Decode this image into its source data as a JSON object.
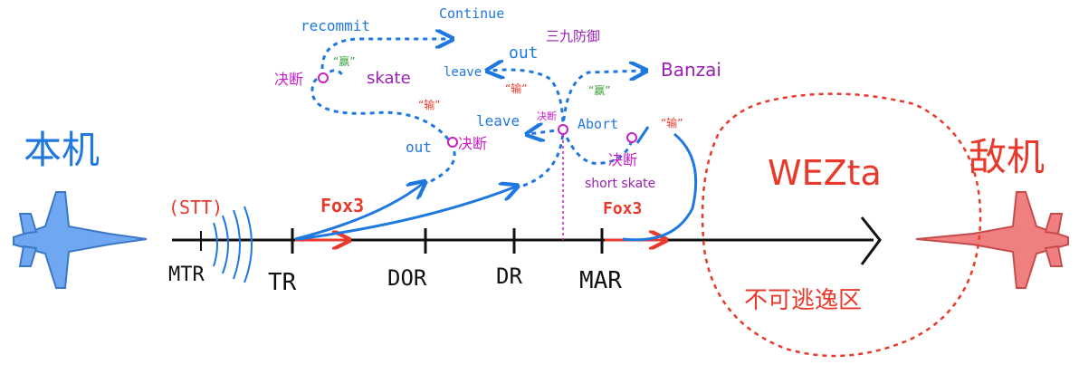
{
  "title_left": "本机",
  "title_right": "敌机",
  "stt_label": "(STT)",
  "wez_label": "WEZta",
  "no_escape_label": "不可逃逸区",
  "axis_marks": [
    "MTR",
    "TR",
    "DOR",
    "DR",
    "MAR"
  ],
  "fox3_labels": [
    "Fox3",
    "Fox3"
  ],
  "decision_labels": [
    "决断",
    "决断",
    "决断",
    "决断"
  ],
  "upper": {
    "recommit": "recommit",
    "continue": "Continue",
    "skate": "skate",
    "out_lower": "out",
    "out_upper": "out",
    "leave_upper": "leave",
    "leave_lower": "leave",
    "abort": "Abort",
    "banzai": "Banzai",
    "sanjiu": "三九防御",
    "short_skate": "short skate",
    "win_1": "“赢”",
    "win_2": "“赢”",
    "lose_1": "“输”",
    "lose_2": "“输”",
    "lose_3": "“输”"
  },
  "colors": {
    "blue": "#1f78e0",
    "red": "#e8392b",
    "magenta": "#c81ec8",
    "green": "#3aa33a",
    "purple": "#9a1fb5",
    "black": "#111111",
    "jet_blue": "#6fa8f0",
    "jet_red": "#f08080"
  }
}
